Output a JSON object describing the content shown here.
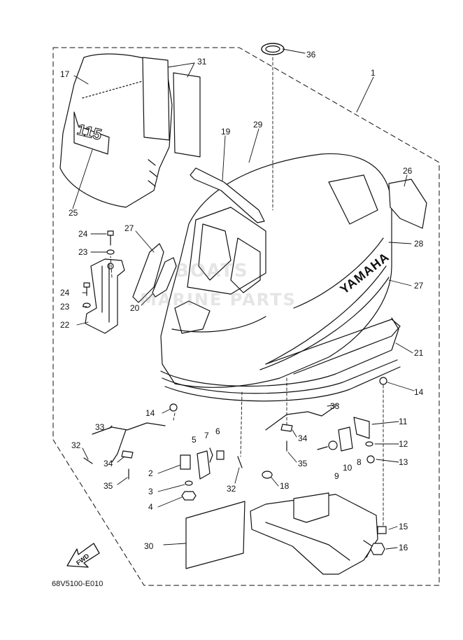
{
  "colors": {
    "line": "#111111",
    "watermark": "#9a9a9a",
    "background": "#ffffff"
  },
  "watermark": {
    "line1": "BOATS",
    "line2": "MARINE PARTS"
  },
  "fwd": "FWD",
  "cowling_brand": "YAMAHA",
  "cover_badge": "115",
  "footer_code": "68V5100-E010",
  "parts": [
    {
      "id": "p1",
      "label": "1"
    },
    {
      "id": "p2",
      "label": "2"
    },
    {
      "id": "p3",
      "label": "3"
    },
    {
      "id": "p4",
      "label": "4"
    },
    {
      "id": "p5",
      "label": "5"
    },
    {
      "id": "p6",
      "label": "6"
    },
    {
      "id": "p7",
      "label": "7"
    },
    {
      "id": "p8",
      "label": "8"
    },
    {
      "id": "p9",
      "label": "9"
    },
    {
      "id": "p10",
      "label": "10"
    },
    {
      "id": "p11",
      "label": "11"
    },
    {
      "id": "p12",
      "label": "12"
    },
    {
      "id": "p13",
      "label": "13"
    },
    {
      "id": "p14a",
      "label": "14"
    },
    {
      "id": "p14b",
      "label": "14"
    },
    {
      "id": "p15",
      "label": "15"
    },
    {
      "id": "p16",
      "label": "16"
    },
    {
      "id": "p17",
      "label": "17"
    },
    {
      "id": "p18",
      "label": "18"
    },
    {
      "id": "p19",
      "label": "19"
    },
    {
      "id": "p20",
      "label": "20"
    },
    {
      "id": "p21",
      "label": "21"
    },
    {
      "id": "p22",
      "label": "22"
    },
    {
      "id": "p23a",
      "label": "23"
    },
    {
      "id": "p23b",
      "label": "23"
    },
    {
      "id": "p24a",
      "label": "24"
    },
    {
      "id": "p24b",
      "label": "24"
    },
    {
      "id": "p25",
      "label": "25"
    },
    {
      "id": "p26",
      "label": "26"
    },
    {
      "id": "p27a",
      "label": "27"
    },
    {
      "id": "p27b",
      "label": "27"
    },
    {
      "id": "p28",
      "label": "28"
    },
    {
      "id": "p29",
      "label": "29"
    },
    {
      "id": "p30",
      "label": "30"
    },
    {
      "id": "p31",
      "label": "31"
    },
    {
      "id": "p32a",
      "label": "32"
    },
    {
      "id": "p32b",
      "label": "32"
    },
    {
      "id": "p33a",
      "label": "33"
    },
    {
      "id": "p33b",
      "label": "33"
    },
    {
      "id": "p34a",
      "label": "34"
    },
    {
      "id": "p34b",
      "label": "34"
    },
    {
      "id": "p35a",
      "label": "35"
    },
    {
      "id": "p35b",
      "label": "35"
    },
    {
      "id": "p36",
      "label": "36"
    }
  ]
}
